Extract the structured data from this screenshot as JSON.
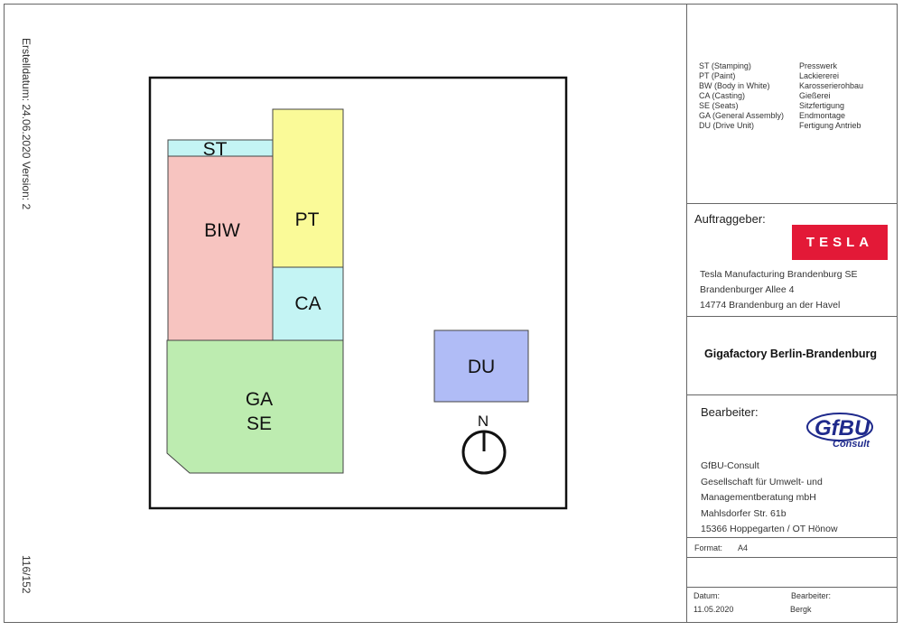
{
  "side": {
    "created": "Erstelldatum:  24.06.2020 Version:  2",
    "page": "116/152"
  },
  "legend": [
    {
      "abbr": "ST (Stamping)",
      "de": "Presswerk"
    },
    {
      "abbr": "PT (Paint)",
      "de": "Lackiererei"
    },
    {
      "abbr": "BW (Body in White)",
      "de": "Karosserierohbau"
    },
    {
      "abbr": "CA (Casting)",
      "de": "Gießerei"
    },
    {
      "abbr": "SE (Seats)",
      "de": "Sitzfertigung"
    },
    {
      "abbr": "GA (General Assembly)",
      "de": "Endmontage"
    },
    {
      "abbr": "DU (Drive Unit)",
      "de": "Fertigung Antrieb"
    }
  ],
  "client": {
    "label": "Auftraggeber:",
    "logo": "TESLA",
    "lines": [
      "Tesla Manufacturing Brandenburg SE",
      "Brandenburger Allee 4",
      "14774 Brandenburg an der Havel"
    ]
  },
  "project": "Gigafactory Berlin-Brandenburg",
  "editor": {
    "label": "Bearbeiter:",
    "logo": "GfBU Consult",
    "lines": [
      "GfBU-Consult",
      "Gesellschaft für Umwelt- und",
      "Managementberatung mbH",
      "Mahlsdorfer Str. 61b",
      "15366 Hoppegarten / OT Hönow"
    ]
  },
  "format": {
    "label": "Format:",
    "value": "A4"
  },
  "footer": {
    "date_label": "Datum:",
    "date": "11.05.2020",
    "editor_label": "Bearbeiter:",
    "editor": "Bergk"
  },
  "plan": {
    "st": "ST",
    "biw": "BIW",
    "pt": "PT",
    "ca": "CA",
    "ga": "GA",
    "se": "SE",
    "du": "DU",
    "north": "N"
  },
  "colors": {
    "st": "#c4f4f4",
    "biw": "#f7c4c0",
    "pt": "#fafa98",
    "ca": "#c4f4f4",
    "ga": "#bdecb0",
    "du": "#b0bcf6",
    "tesla": "#e31937",
    "gfbu": "#1f2a8c"
  }
}
